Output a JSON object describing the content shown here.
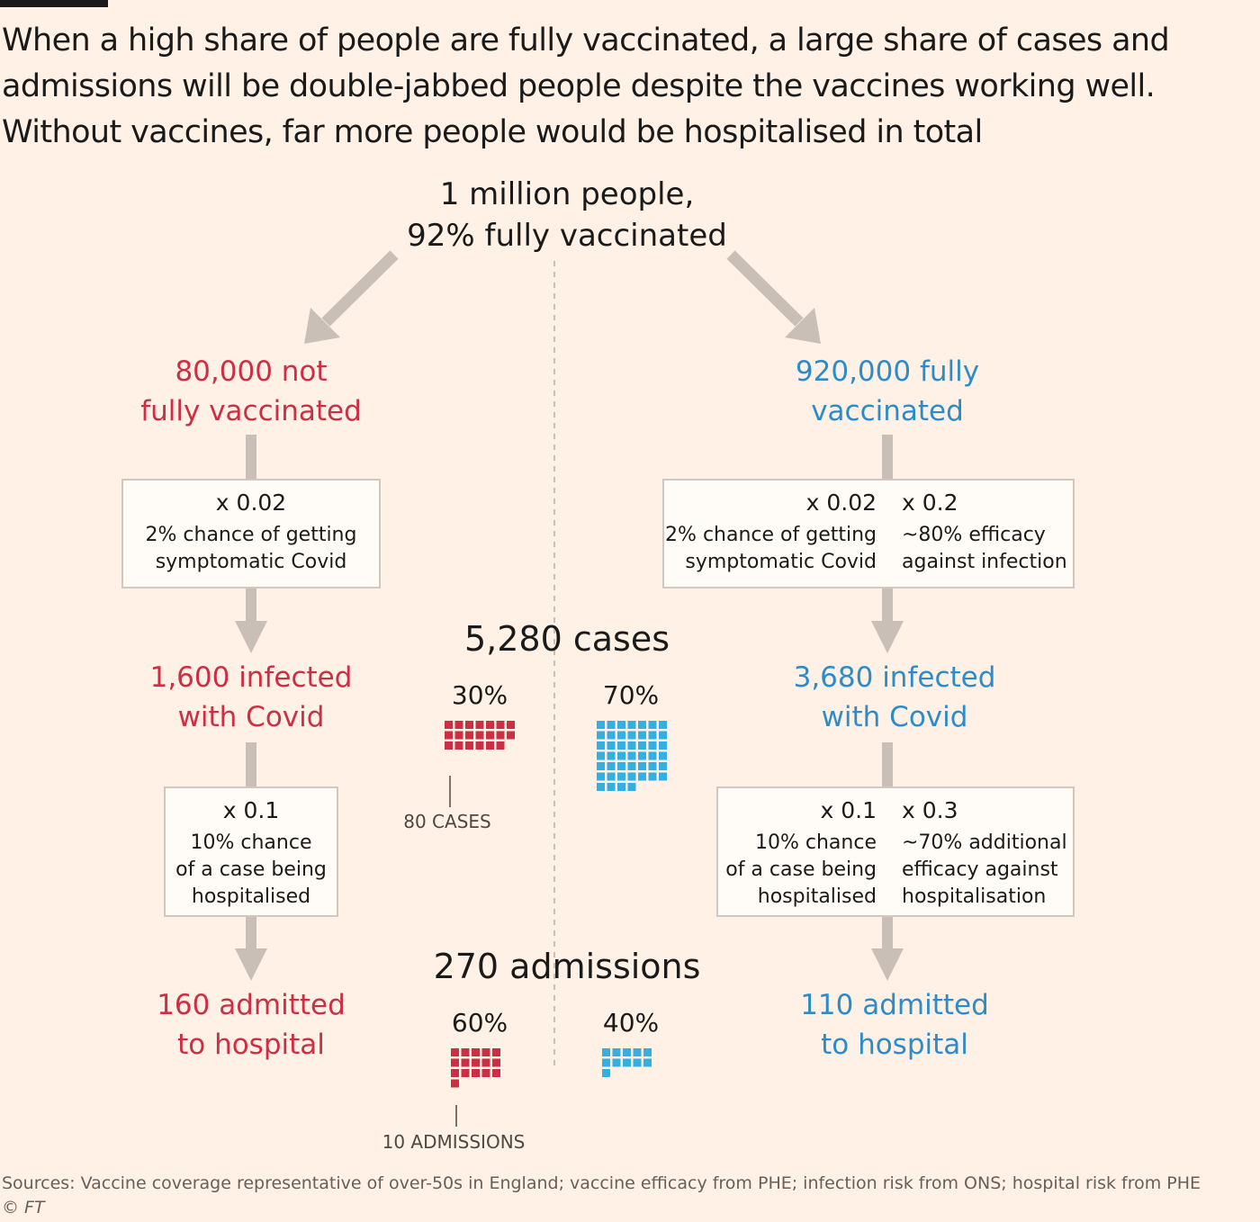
{
  "title": "When a high share of people are fully vaccinated, a large share of cases and admissions will be double-jabbed people despite the vaccines working well. Without vaccines, far more people would be hospitalised in total",
  "root": {
    "line1": "1 million people,",
    "line2": "92% fully vaccinated"
  },
  "left": {
    "group": {
      "line1": "80,000 not",
      "line2": "fully vaccinated"
    },
    "box1": {
      "mult": "x 0.02",
      "desc1": "2% chance of getting",
      "desc2": "symptomatic Covid"
    },
    "infected": {
      "line1": "1,600 infected",
      "line2": "with Covid"
    },
    "box2": {
      "mult": "x 0.1",
      "desc1": "10% chance",
      "desc2": "of a case being",
      "desc3": "hospitalised"
    },
    "admitted": {
      "line1": "160 admitted",
      "line2": "to hospital"
    }
  },
  "right": {
    "group": {
      "line1": "920,000 fully",
      "line2": "vaccinated"
    },
    "box1": {
      "mult_a": "x 0.02",
      "desc_a1": "2% chance of getting",
      "desc_a2": "symptomatic Covid",
      "mult_b": "x 0.2",
      "desc_b1": "~80% efficacy",
      "desc_b2": "against infection"
    },
    "infected": {
      "line1": "3,680 infected",
      "line2": "with Covid"
    },
    "box2": {
      "mult_a": "x 0.1",
      "desc_a1": "10% chance",
      "desc_a2": "of a case being",
      "desc_a3": "hospitalised",
      "mult_b": "x 0.3",
      "desc_b1": "~70% additional",
      "desc_b2": "efficacy against",
      "desc_b3": "hospitalisation"
    },
    "admitted": {
      "line1": "110 admitted",
      "line2": "to hospital"
    }
  },
  "cases": {
    "total": "5,280 cases",
    "unvax_pct": "30%",
    "vax_pct": "70%",
    "unvax_squares": 20,
    "vax_squares": 46,
    "unit_note": "80 CASES"
  },
  "admissions": {
    "total": "270 admissions",
    "unvax_pct": "60%",
    "vax_pct": "40%",
    "unvax_squares": 16,
    "vax_squares": 11,
    "unit_note": "10 ADMISSIONS"
  },
  "colors": {
    "unvaccinated": "#cc2f44",
    "vaccinated": "#2c8ccb",
    "arrow": "#c9bfb7",
    "squares_vax": "#33afe2"
  },
  "footer": {
    "sources": "Sources: Vaccine coverage representative of over-50s in England; vaccine efficacy from PHE; infection risk from ONS; hospital risk from PHE",
    "credit": "© FT"
  }
}
